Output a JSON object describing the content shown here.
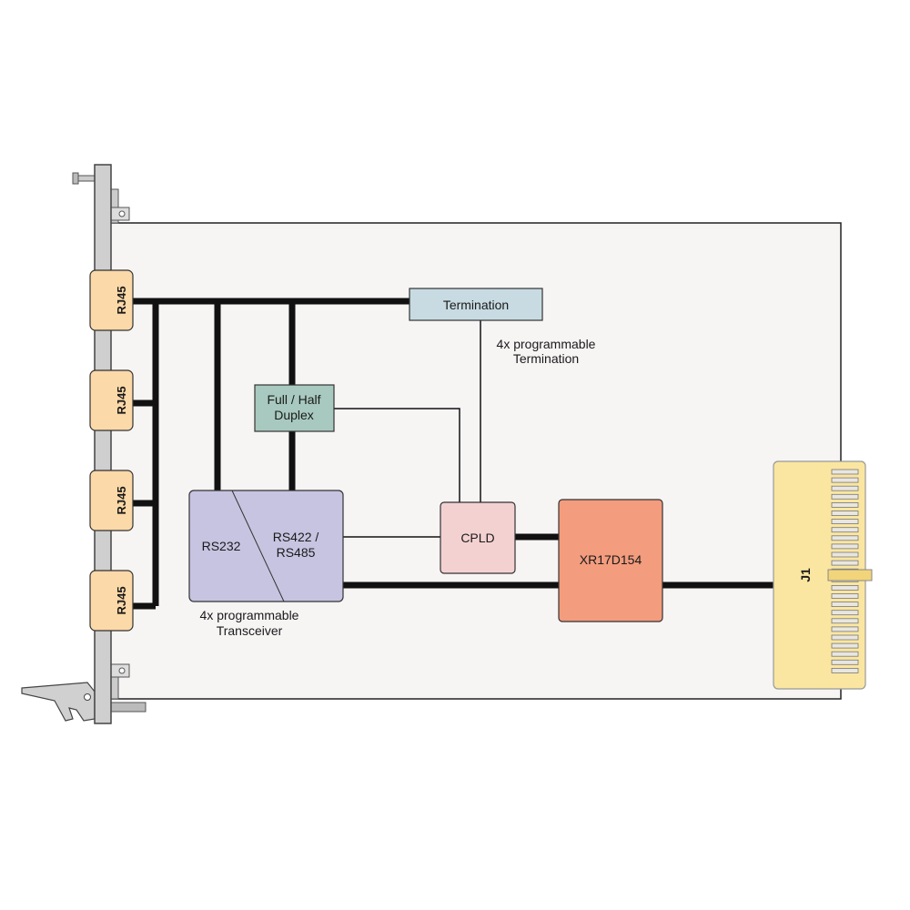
{
  "diagram": {
    "connectors": [
      "RJ45",
      "RJ45",
      "RJ45",
      "RJ45"
    ],
    "termination": "Termination",
    "termination_note": [
      "4x programmable",
      "Termination"
    ],
    "duplex": [
      "Full / Half",
      "Duplex"
    ],
    "transceiver": {
      "left": "RS232",
      "right": [
        "RS422 /",
        "RS485"
      ]
    },
    "transceiver_note": [
      "4x programmable",
      "Transceiver"
    ],
    "cpld": "CPLD",
    "uart": "XR17D154",
    "backplane_connector": "J1"
  },
  "colors": {
    "board": "#f7f4f4",
    "rj45": "#fbd9a8",
    "termination": "#c8dbe2",
    "duplex": "#a8c9bf",
    "transceiver": "#c7c4e1",
    "cpld": "#f4d1d1",
    "uart": "#f39c7e",
    "j1": "#fae6a0"
  }
}
